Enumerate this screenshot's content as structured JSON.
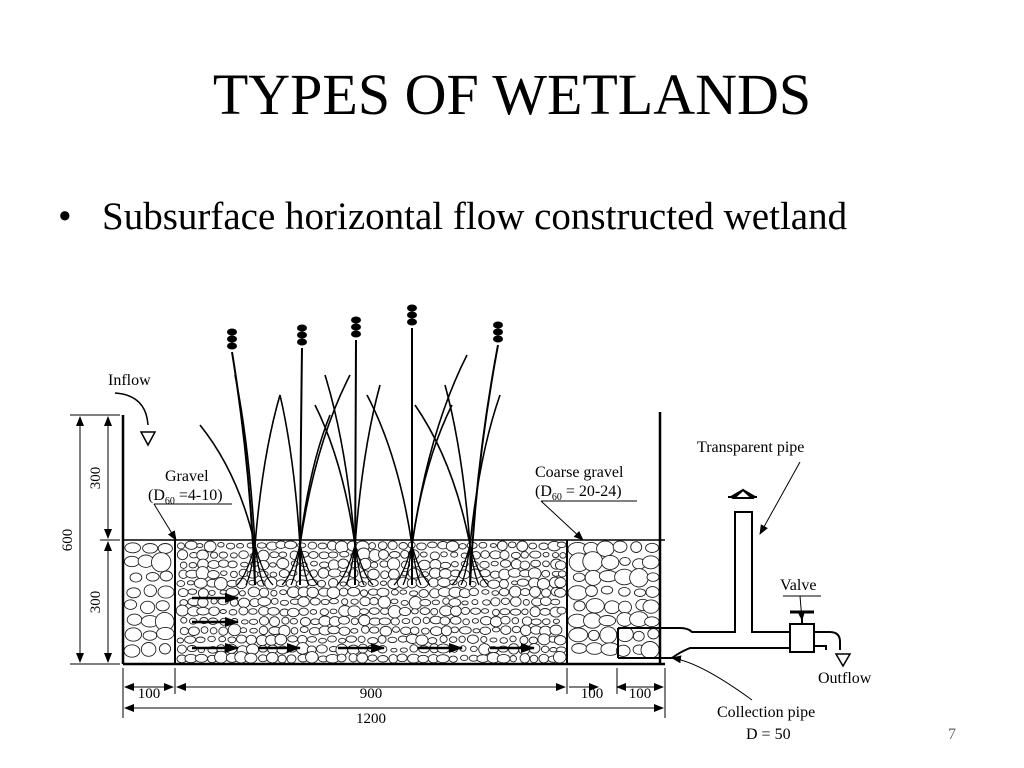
{
  "slide": {
    "title": "TYPES OF WETLANDS",
    "bullet_symbol": "•",
    "bullet_text": "Subsurface horizontal flow constructed wetland",
    "page_number": "7"
  },
  "diagram": {
    "labels": {
      "inflow": "Inflow",
      "gravel_line1": "Gravel",
      "gravel_line2_prefix": "(D",
      "gravel_line2_sub": "60",
      "gravel_line2_suffix": " =4-10)",
      "coarse_line1": "Coarse gravel",
      "coarse_line2_prefix": "(D",
      "coarse_line2_sub": "60",
      "coarse_line2_suffix": " = 20-24)",
      "transparent_pipe": "Transparent pipe",
      "valve": "Valve",
      "outflow": "Outflow",
      "collection_pipe_line1": "Collection pipe",
      "collection_pipe_line2": "D = 50"
    },
    "dimensions": {
      "height_total": "600",
      "height_upper": "300",
      "height_lower": "300",
      "width_left": "100",
      "width_middle": "900",
      "width_right1": "100",
      "width_right2": "100",
      "width_total": "1200"
    }
  }
}
